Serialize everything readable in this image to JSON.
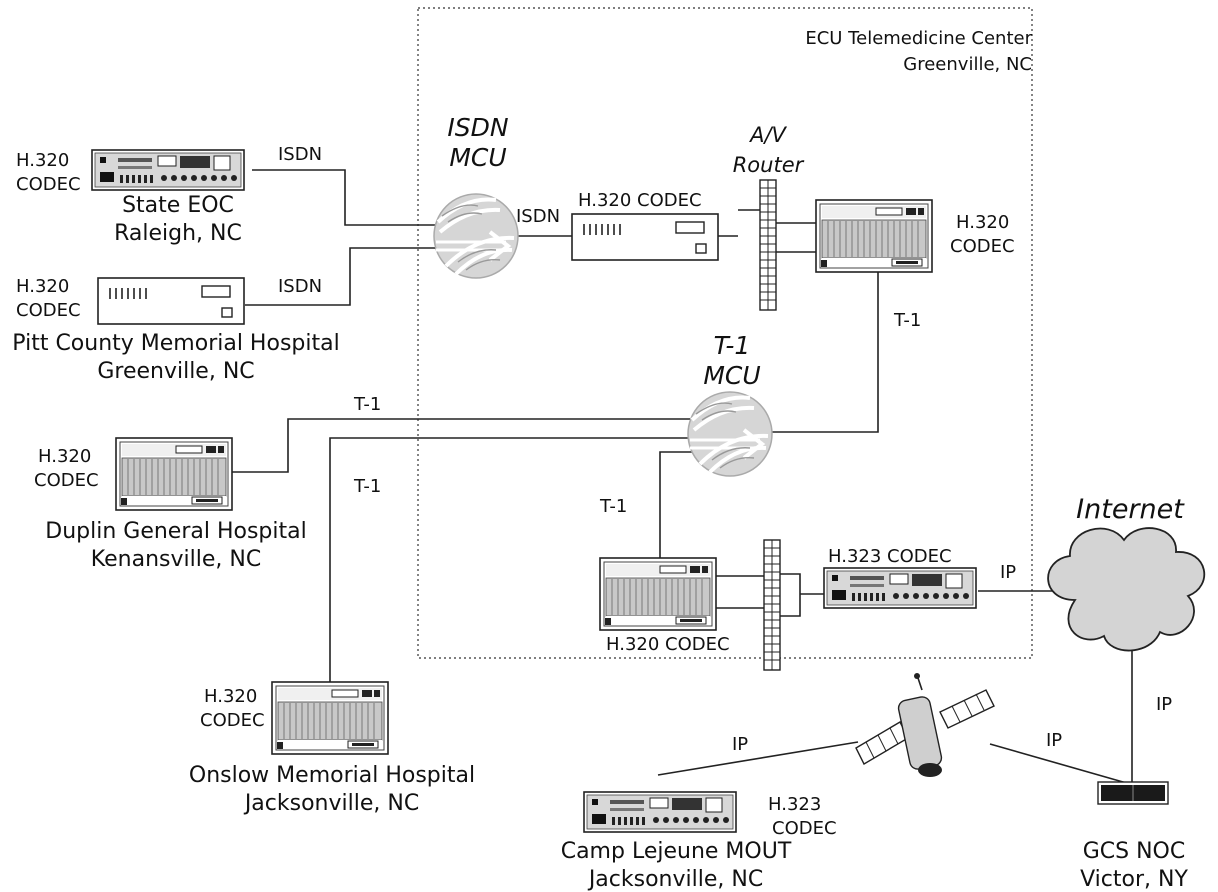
{
  "center": {
    "name": "ECU Telemedicine Center",
    "city": "Greenville, NC"
  },
  "mcus": {
    "isdn_line1": "ISDN",
    "isdn_line2": "MCU",
    "t1_line1": "T-1",
    "t1_line2": "MCU"
  },
  "router": {
    "line1": "A/V",
    "line2": "Router"
  },
  "internet": "Internet",
  "links": {
    "isdn_eoc": "ISDN",
    "isdn_pitt": "ISDN",
    "isdn_inner": "ISDN",
    "t1_right": "T-1",
    "t1_duplin": "T-1",
    "t1_onslow": "T-1",
    "t1_inner": "T-1",
    "ip_codec": "IP",
    "ip_noc": "IP",
    "ip_sat_noc": "IP",
    "ip_camp": "IP"
  },
  "codecs": {
    "eoc": {
      "line1": "H.320",
      "line2": "CODEC"
    },
    "pitt": {
      "line1": "H.320",
      "line2": "CODEC"
    },
    "duplin": {
      "line1": "H.320",
      "line2": "CODEC"
    },
    "onslow": {
      "line1": "H.320",
      "line2": "CODEC"
    },
    "center_right": {
      "line1": "H.320",
      "line2": "CODEC"
    },
    "center_mid": "H.320 CODEC",
    "center_bottom": "H.320 CODEC",
    "center_323": "H.323 CODEC",
    "camp": {
      "line1": "H.323",
      "line2": "CODEC"
    }
  },
  "sites": {
    "eoc": {
      "name": "State EOC",
      "city": "Raleigh, NC"
    },
    "pitt": {
      "name": "Pitt County Memorial Hospital",
      "city": "Greenville, NC"
    },
    "duplin": {
      "name": "Duplin General Hospital",
      "city": "Kenansville, NC"
    },
    "onslow": {
      "name": "Onslow Memorial Hospital",
      "city": "Jacksonville, NC"
    },
    "camp": {
      "name": "Camp Lejeune MOUT",
      "city": "Jacksonville, NC"
    },
    "noc": {
      "name": "GCS NOC",
      "city": "Victor, NY"
    }
  },
  "icons": {
    "mcu": "mcu-globe-icon",
    "rack_codec": "rack-codec-icon",
    "desktop_codec": "desktop-codec-icon",
    "cabinet_codec": "cabinet-codec-icon",
    "router": "av-router-icon",
    "cloud": "internet-cloud-icon",
    "satellite": "satellite-icon",
    "noc_device": "noc-device-icon"
  }
}
